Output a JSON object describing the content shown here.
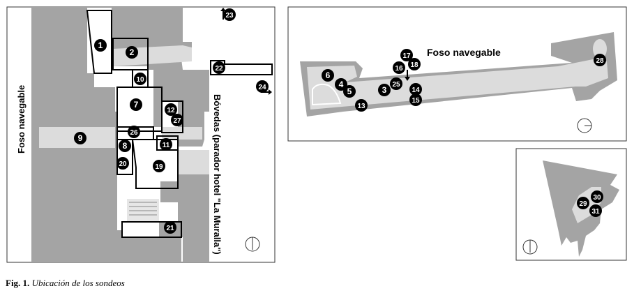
{
  "colors": {
    "wall": "#a4a4a4",
    "trench": "#dcdcdc",
    "marker": "#000000",
    "marker_text": "#ffffff",
    "border": "#333333"
  },
  "labels": {
    "foso_left": "Foso navegable",
    "bovedas": "Bóvedas (parador hotel \"La Muralla\")",
    "foso_right": "Foso navegable"
  },
  "caption": {
    "bold": "Fig. 1.",
    "italic": "Ubicación de los sondeos"
  },
  "icons": [
    "north-arrow-icon",
    "arrow-icon"
  ],
  "markers": {
    "panel_left": [
      "1",
      "2",
      "7",
      "9",
      "8",
      "10",
      "12",
      "26",
      "27",
      "11",
      "19",
      "20",
      "21",
      "22",
      "23",
      "24"
    ],
    "panel_top_right": [
      "6",
      "4",
      "5",
      "13",
      "3",
      "25",
      "16",
      "17",
      "18",
      "14",
      "15",
      "28"
    ],
    "panel_bottom_right": [
      "30",
      "29",
      "31"
    ]
  }
}
